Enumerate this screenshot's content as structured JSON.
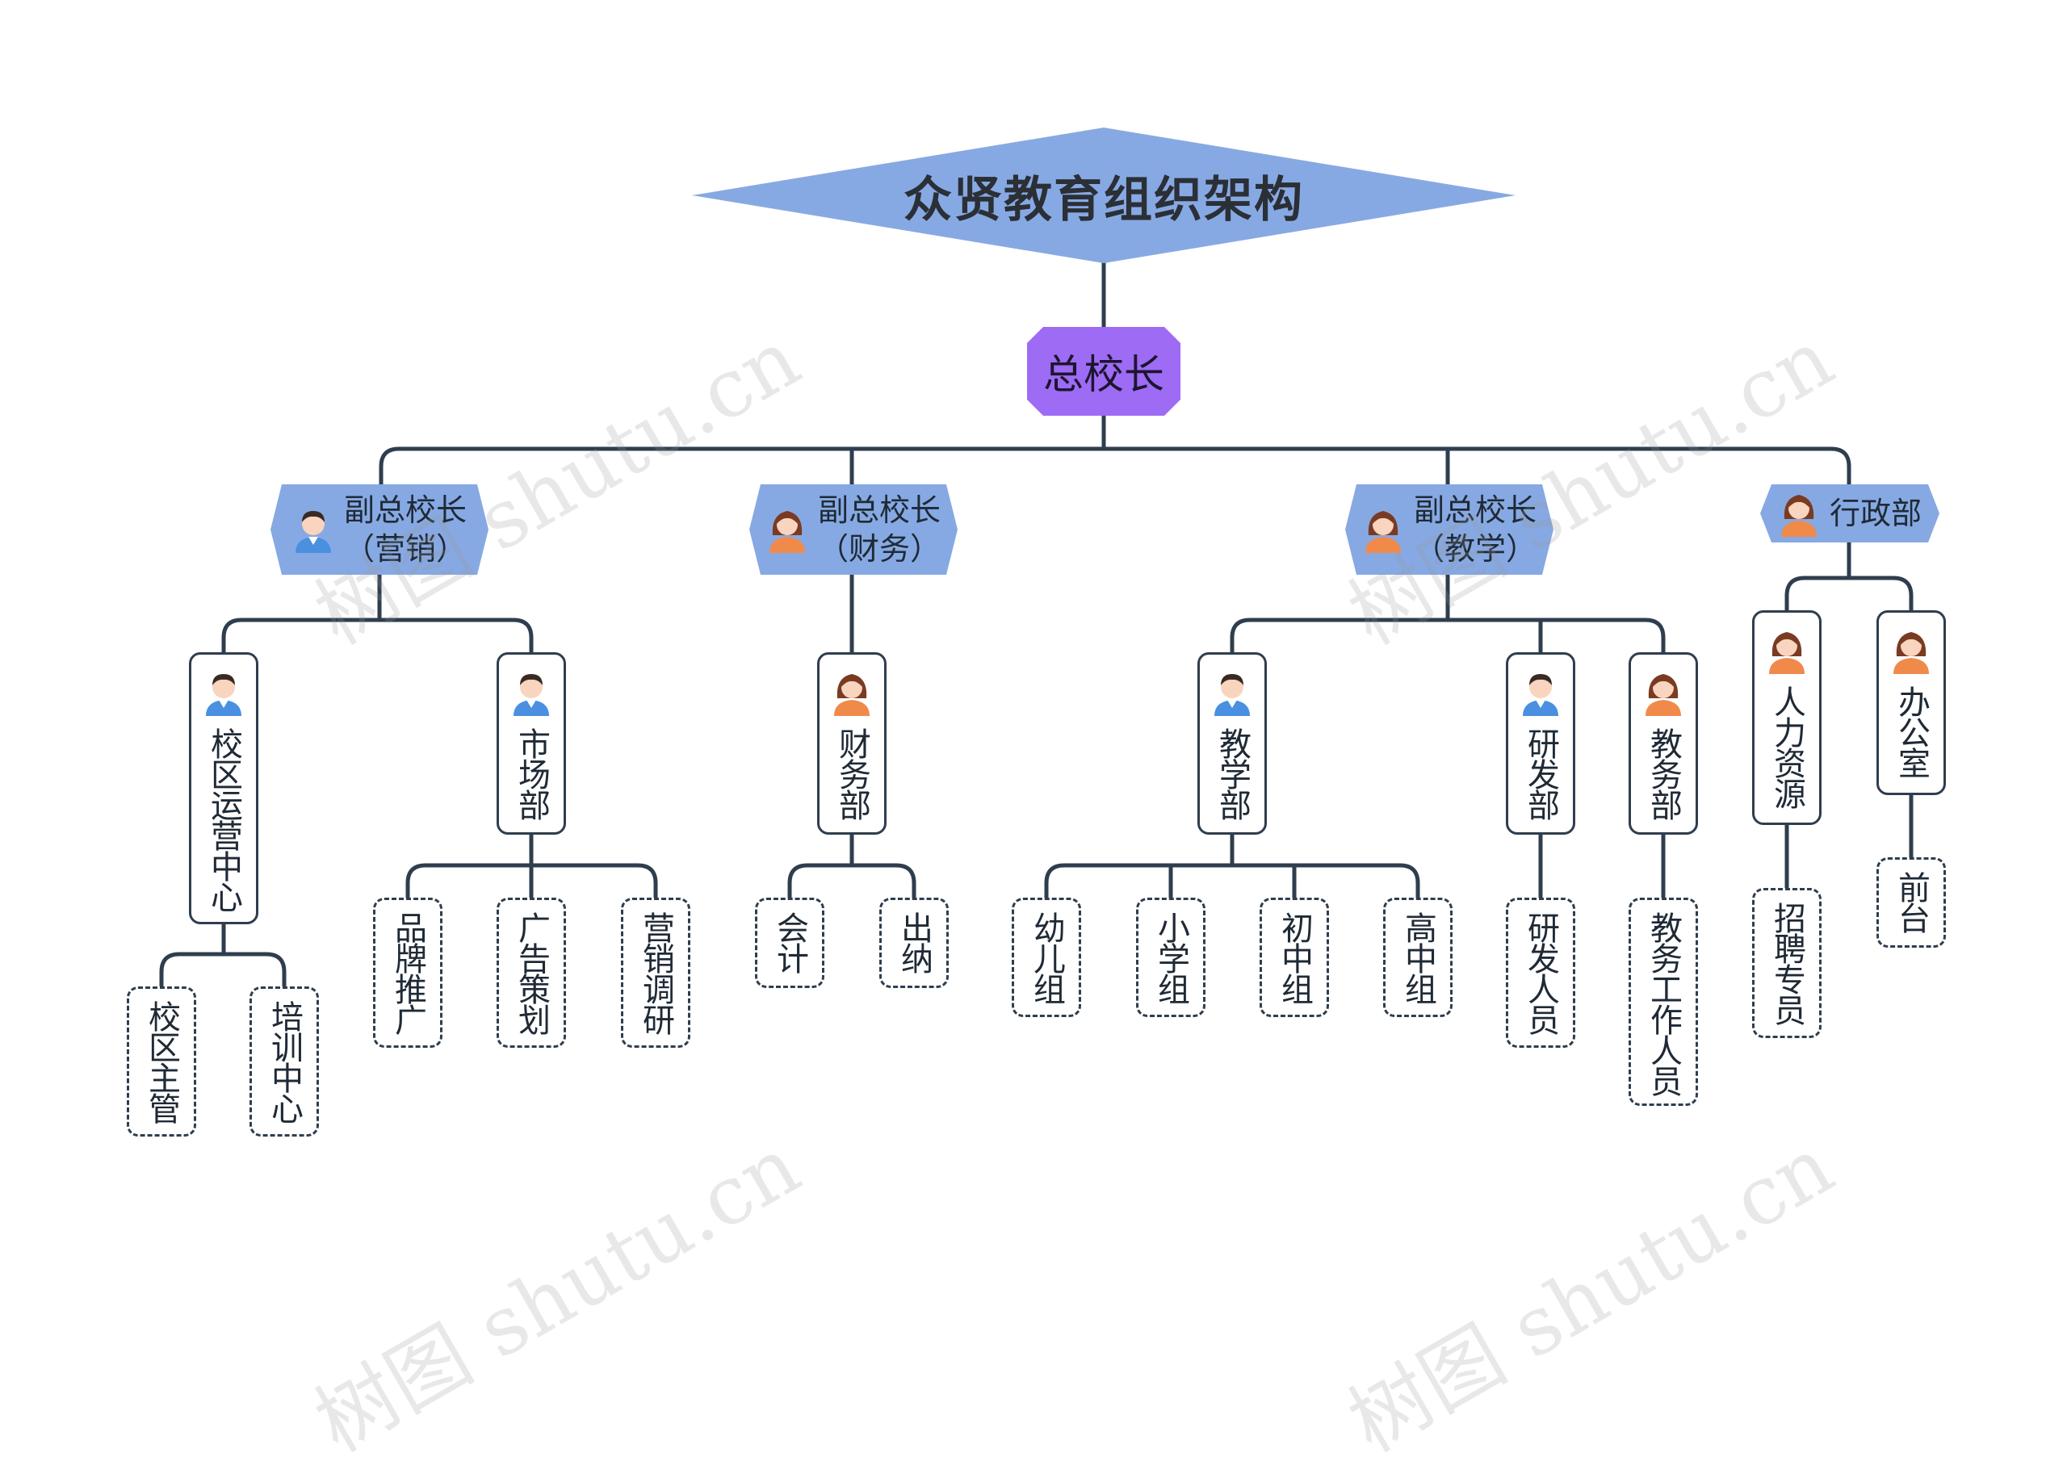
{
  "title": "众贤教育组织架构",
  "principal": "总校长",
  "vice_principals": [
    {
      "line1": "副总校长",
      "line2": "（营销）",
      "avatar": "male-avatar-icon"
    },
    {
      "line1": "副总校长",
      "line2": "（财务）",
      "avatar": "female-avatar-icon"
    },
    {
      "line1": "副总校长",
      "line2": "（教学）",
      "avatar": "female-avatar-icon"
    },
    {
      "line1": "行政部",
      "avatar": "female-avatar-icon"
    }
  ],
  "departments": [
    {
      "label": "校区运营中心",
      "avatar": "male-avatar-icon",
      "children": [
        "校区主管",
        "培训中心"
      ]
    },
    {
      "label": "市场部",
      "avatar": "male-avatar-icon",
      "children": [
        "品牌推广",
        "广告策划",
        "营销调研"
      ]
    },
    {
      "label": "财务部",
      "avatar": "female-avatar-icon",
      "children": [
        "会计",
        "出纳"
      ]
    },
    {
      "label": "教学部",
      "avatar": "male-avatar-icon",
      "children": [
        "幼儿组",
        "小学组",
        "初中组",
        "高中组"
      ]
    },
    {
      "label": "研发部",
      "avatar": "male-avatar-icon",
      "children": [
        "研发人员"
      ]
    },
    {
      "label": "教务部",
      "avatar": "female-avatar-icon",
      "children": [
        "教务工作人员"
      ]
    },
    {
      "label": "人力资源",
      "avatar": "female-avatar-icon",
      "children": [
        "招聘专员"
      ]
    },
    {
      "label": "办公室",
      "avatar": "female-avatar-icon",
      "children": [
        "前台"
      ]
    }
  ],
  "watermark": "树图 shutu.cn",
  "colors": {
    "diamond": "#87a9e3",
    "principal": "#9d6bf4",
    "vice": "#87a9e3",
    "line": "#2f3e4e"
  }
}
